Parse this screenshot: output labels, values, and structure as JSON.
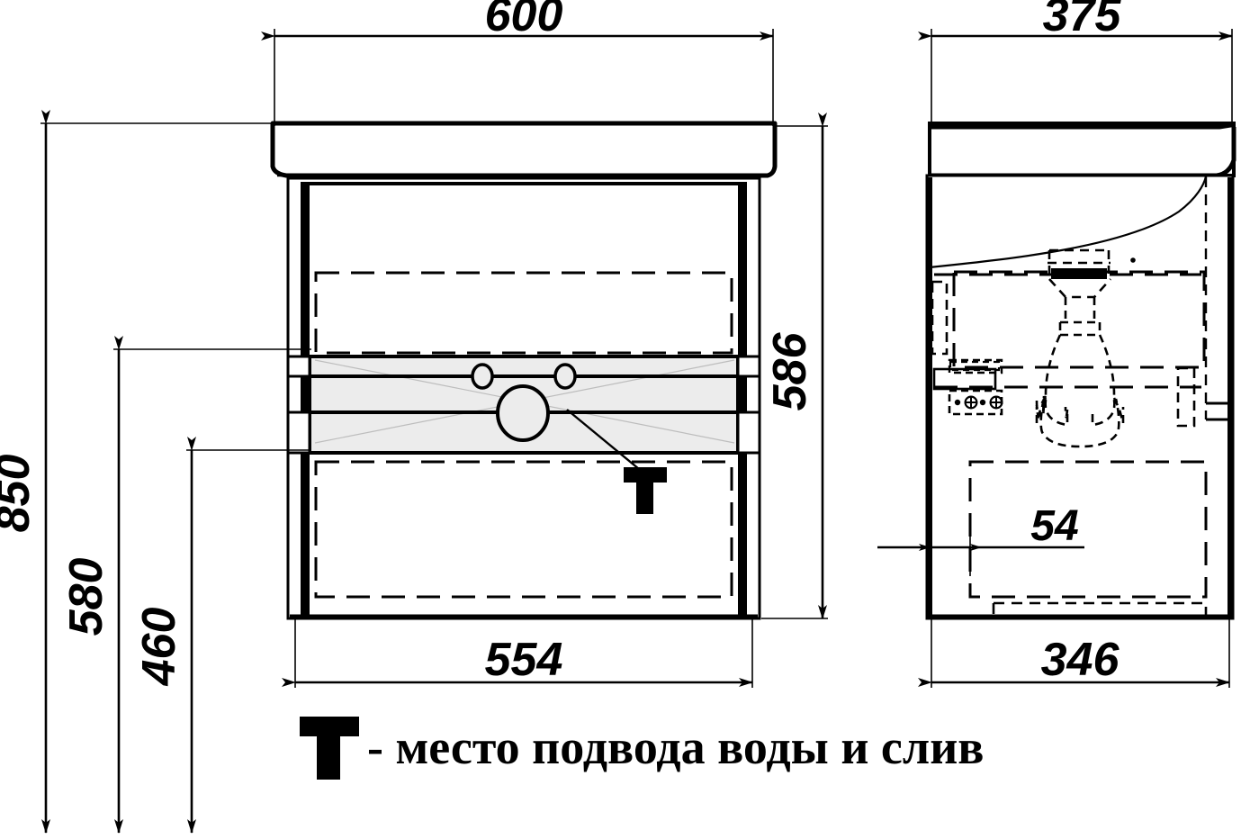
{
  "drawing": {
    "type": "technical-dimension-drawing",
    "subject": "bathroom vanity cabinet with washbasin",
    "units": "mm",
    "views": [
      {
        "id": "front",
        "name": "front-elevation"
      },
      {
        "id": "side",
        "name": "side-elevation"
      }
    ]
  },
  "dimensions": {
    "front_top_width": "600",
    "front_bottom_width": "554",
    "front_cabinet_height": "586",
    "total_height_850": "850",
    "height_580": "580",
    "height_460": "460",
    "side_top_depth": "375",
    "side_bottom_depth": "346",
    "side_offset_54": "54"
  },
  "legend": {
    "symbol": "T",
    "separator": "-",
    "text": "место подвода воды и слив",
    "full": "T - место подвода воды и слив"
  },
  "colors": {
    "line": "#000000",
    "panel_fill": "#ececec",
    "background": "#ffffff"
  },
  "chart_data": {
    "type": "table",
    "title": "Vanity unit dimensioned drawing",
    "categories": [
      "600",
      "554",
      "586",
      "850",
      "580",
      "460",
      "375",
      "346",
      "54"
    ],
    "values": [
      600,
      554,
      586,
      850,
      580,
      460,
      375,
      346,
      54
    ],
    "xlabel": "",
    "ylabel": "mm",
    "annotations": [
      "T - место подвода воды и слив"
    ]
  }
}
